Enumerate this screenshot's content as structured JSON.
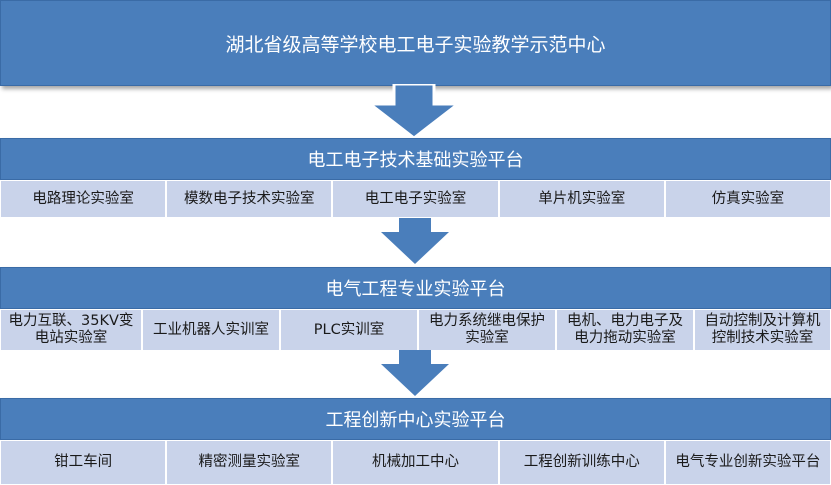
{
  "title": "湖北省级高等学校电工电子实验教学示范中心",
  "platforms": [
    {
      "name": "电工电子技术基础实验平台",
      "labs": [
        "电路理论实验室",
        "模数电子技术实验室",
        "电工电子实验室",
        "单片机实验室",
        "仿真实验室"
      ]
    },
    {
      "name": "电气工程专业实验平台",
      "labs": [
        "电力互联、35KV变电站实验室",
        "工业机器人实训室",
        "PLC实训室",
        "电力系统继电保护实验室",
        "电机、电力电子及电力拖动实验室",
        "自动控制及计算机控制技术实验室"
      ]
    },
    {
      "name": "工程创新中心实验平台",
      "labs": [
        "钳工车间",
        "精密测量实验室",
        "机械加工中心",
        "工程创新训练中心",
        "电气专业创新实验平台"
      ]
    }
  ],
  "colors": {
    "header_blue": "#4a7ebb",
    "cell_fill": "#c9d3ea",
    "arrow_fill": "#4a7ebb"
  }
}
